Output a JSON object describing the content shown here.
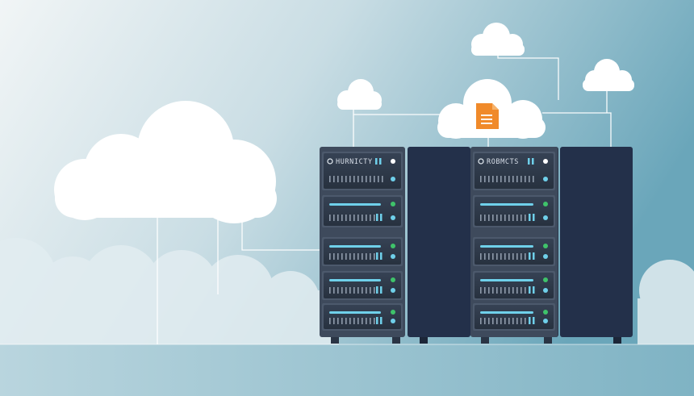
{
  "scene": {
    "description_free": true,
    "colors": {
      "sky_left": "#eef3f5",
      "sky_right": "#6aa6ba",
      "ground": "#8fbccb",
      "rack_body": "#3a4556",
      "rack_dark": "#23304a",
      "unit_face": "#2c3748",
      "led_blue": "#6fd0ea",
      "led_green": "#3fc36a",
      "document_icon": "#f08a2a",
      "cloud": "#ffffff",
      "line": "#ffffff"
    },
    "rack_left": {
      "label": "HURNICTY",
      "unit_count": 5
    },
    "rack_right": {
      "label": "ROBMCTS",
      "unit_count": 5
    },
    "icons": [
      "document-icon"
    ]
  }
}
